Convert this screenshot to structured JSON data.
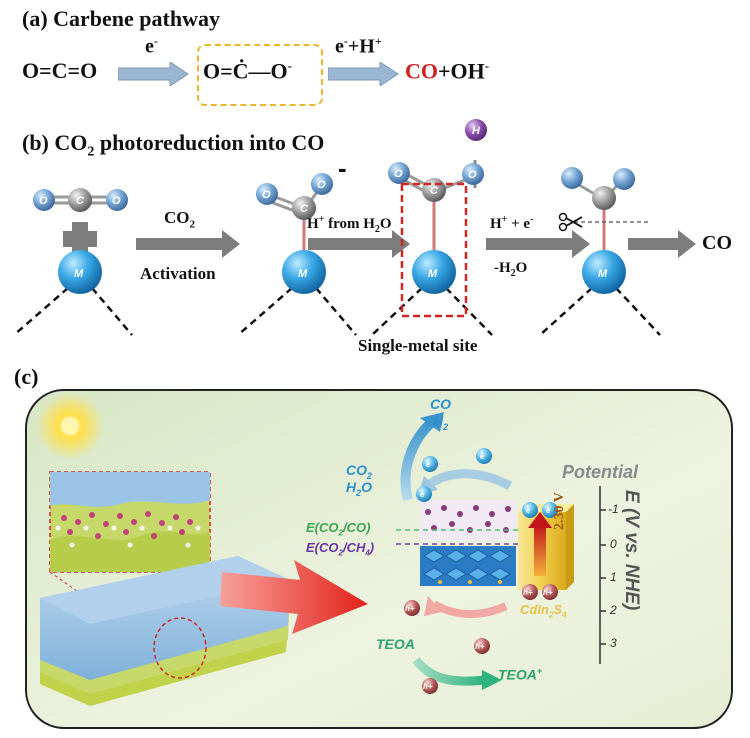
{
  "panel_a": {
    "title": "(a) Carbene pathway",
    "reactant": "O=C=O",
    "arrow1_label": "e",
    "arrow1_sup": "-",
    "intermediate": "O=Ċ—O",
    "intermediate_sup": "-",
    "arrow2_label": "e",
    "arrow2_sup": "-",
    "arrow2_tail": "+H",
    "arrow2_tail_sup": "+",
    "product_co": "CO",
    "product_rest": "+OH",
    "product_sup": "-"
  },
  "panel_b": {
    "title_pre": "(b) CO",
    "title_sub": "2",
    "title_post": " photoreduction into CO",
    "step1_top": "CO",
    "step1_top_sub": "2",
    "step1_bottom": "Activation",
    "step2_top_pre": "H",
    "step2_top_sup": "+",
    "step2_top_post": " from H",
    "step2_top_sub": "2",
    "step2_top_end": "O",
    "step3_top_pre": "H",
    "step3_top_sup": "+",
    "step3_top_mid": " + e",
    "step3_top_sup2": "-",
    "step3_bottom_pre": "-H",
    "step3_bottom_sub": "2",
    "step3_bottom_post": "O",
    "product": "CO",
    "site_label": "Single-metal site",
    "charge": "-",
    "atom_o": "O",
    "atom_c": "C",
    "atom_h": "H",
    "atom_m": "M"
  },
  "panel_c": {
    "title": "(c)",
    "co": "CO",
    "h2": "H",
    "h2_sub": "2",
    "co2": "CO",
    "co2_sub": "2",
    "h2o": "H",
    "h2o_sub": "2",
    "h2o_end": "O",
    "e_co2_co": "E(CO",
    "e_co2_co_sub": "2",
    "e_co2_co_end": "/CO)",
    "e_co2_ch4": "E(CO",
    "e_co2_ch4_sub": "2",
    "e_co2_ch4_mid": "/CH",
    "e_co2_ch4_sub2": "4",
    "e_co2_ch4_end": ")",
    "bandgap": "2.30 V",
    "cdin2s4": "CdIn",
    "cdin2s4_sub": "2",
    "cdin2s4_s": "S",
    "cdin2s4_sub2": "4",
    "teoa": "TEOA",
    "teoa_plus": "TEOA",
    "teoa_plus_sup": "+",
    "potential": "Potential",
    "axis_label": "E (V vs. NHE)",
    "ticks": [
      "-1",
      "0",
      "1",
      "2",
      "3"
    ],
    "electron": "e",
    "hole": "h+"
  }
}
